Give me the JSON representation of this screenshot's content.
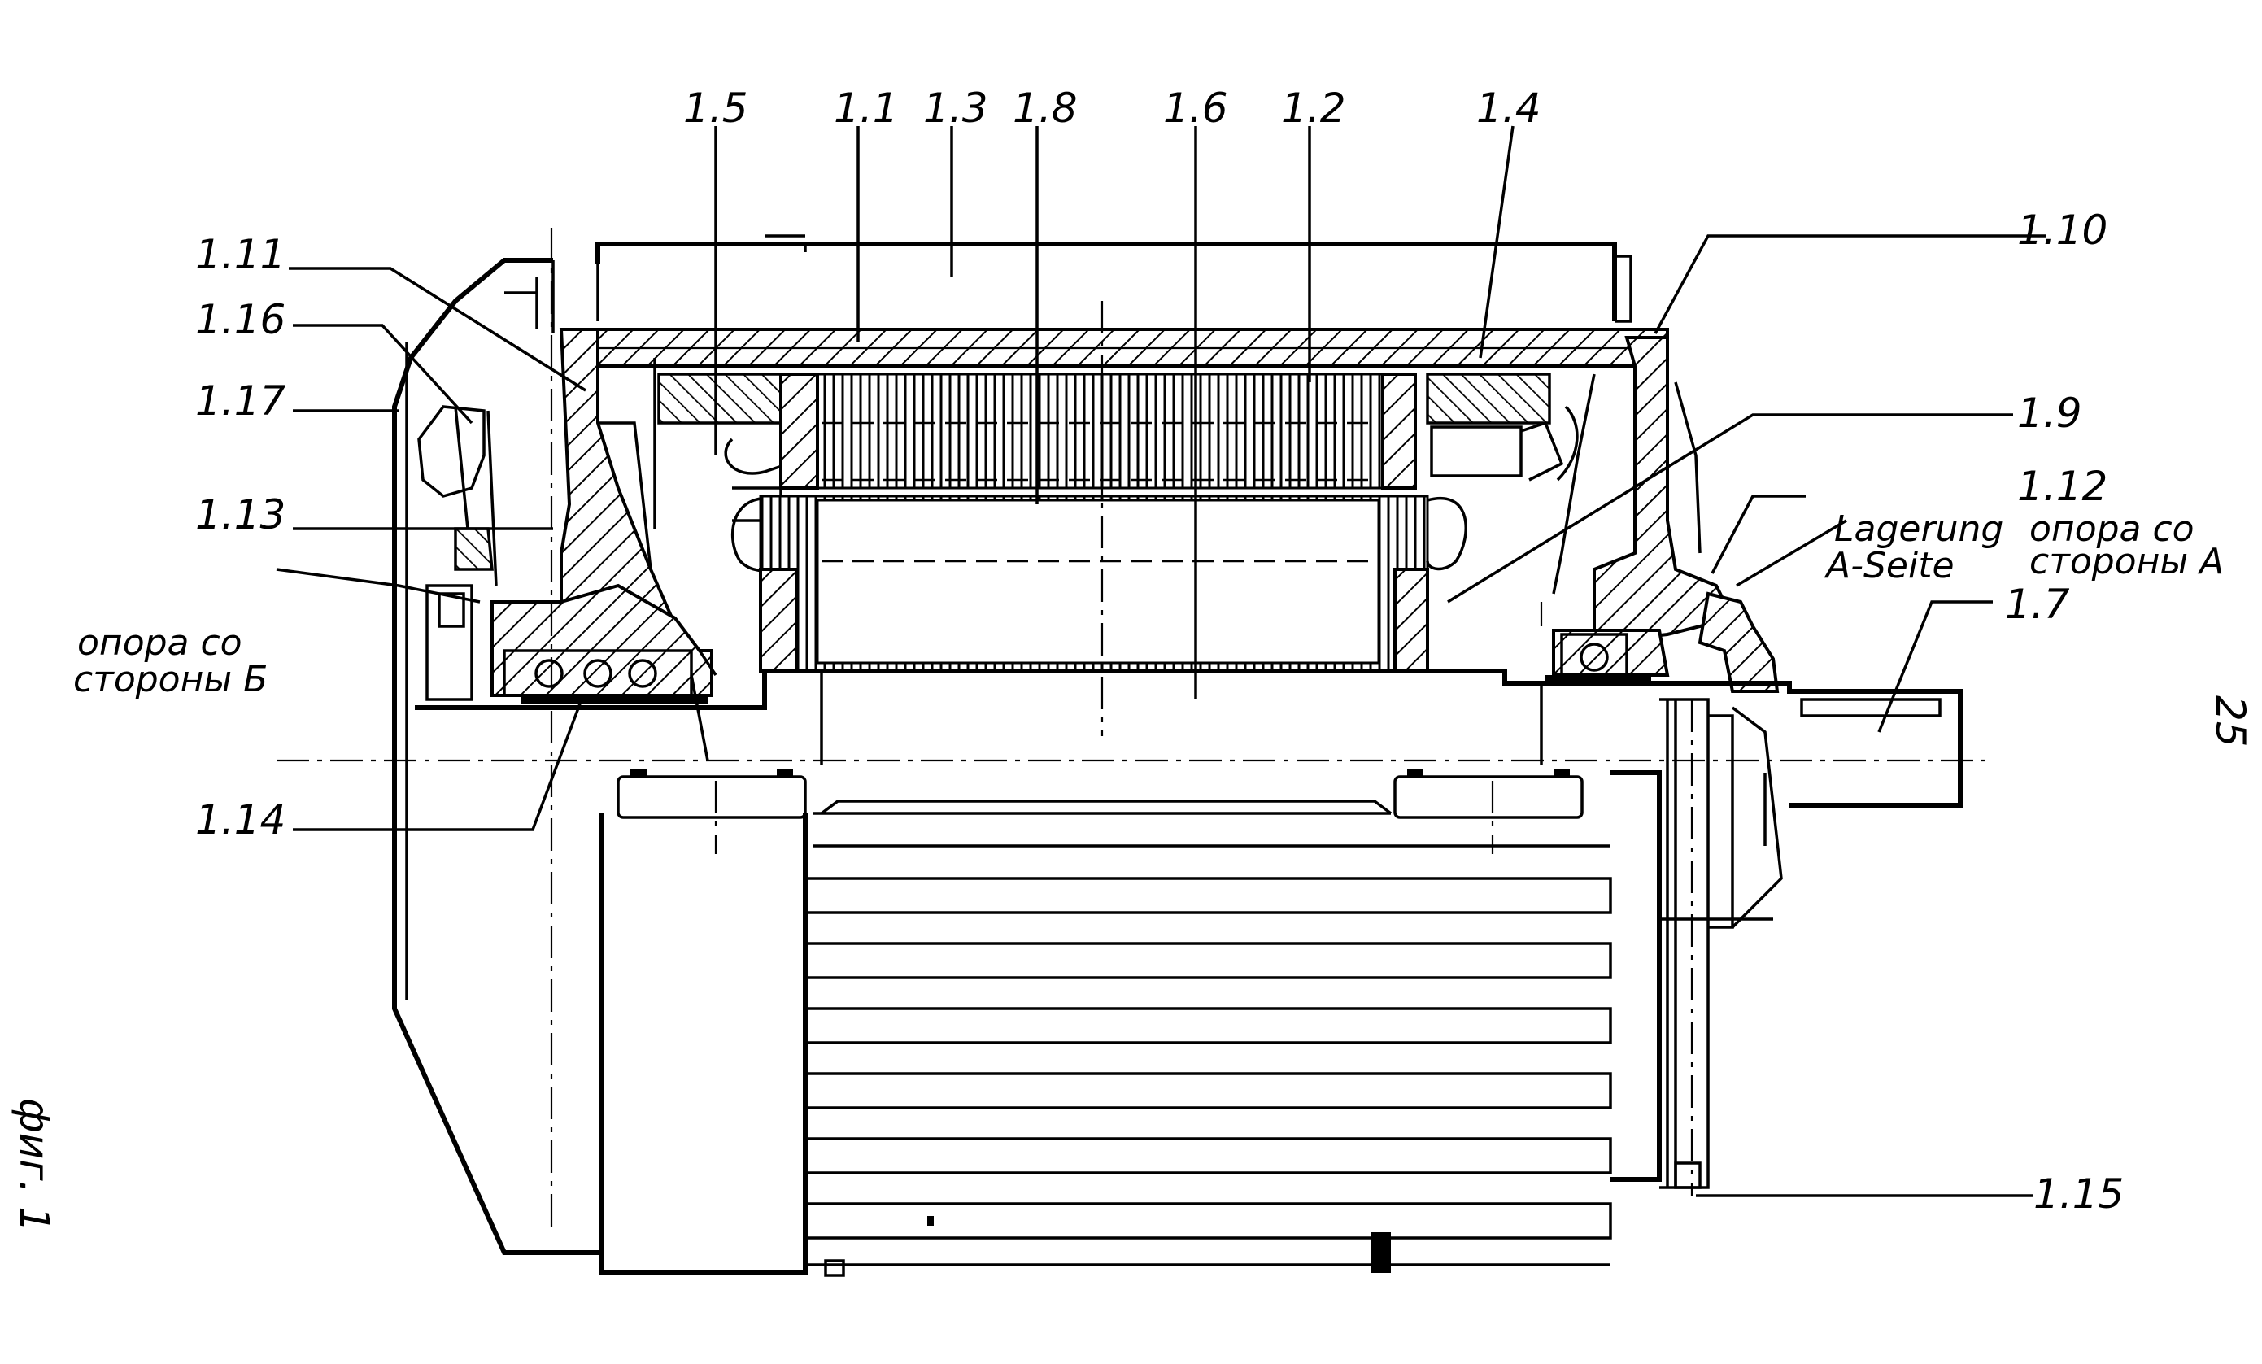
{
  "drawing": {
    "labels": {
      "l_1_5": "1.5",
      "l_1_1": "1.1",
      "l_1_3": "1.3",
      "l_1_8": "1.8",
      "l_1_6": "1.6",
      "l_1_2": "1.2",
      "l_1_4": "1.4",
      "l_1_10": "1.10",
      "l_1_11": "1.11",
      "l_1_16": "1.16",
      "l_1_17": "1.17",
      "l_1_13": "1.13",
      "l_1_9": "1.9",
      "l_1_12": "1.12",
      "l_1_7": "1.7",
      "l_1_14": "1.14",
      "l_1_15": "1.15"
    },
    "notes": {
      "support_b_line1": "опора со",
      "support_b_line2": "стороны Б",
      "lagerung_line1": "Lagerung",
      "lagerung_line2": "A-Seite",
      "support_a_line1": "опора со",
      "support_a_line2": "стороны А",
      "page_number": "25",
      "figure_caption": "фиг. 1"
    }
  }
}
